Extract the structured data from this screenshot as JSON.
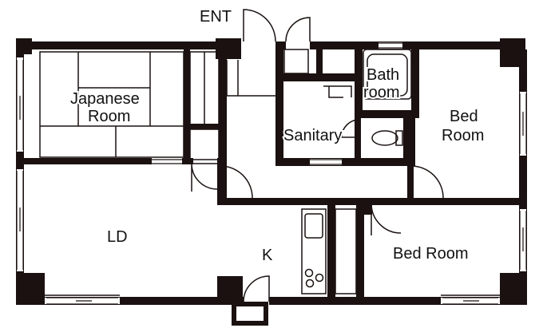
{
  "labels": {
    "entrance": "ENT",
    "japanese_room_line1": "Japanese",
    "japanese_room_line2": "Room",
    "bath_line1": "Bath",
    "bath_line2": "room",
    "sanitary": "Sanitary",
    "bedroom_ne_line1": "Bed",
    "bedroom_ne_line2": "Room",
    "living_dining": "LD",
    "kitchen": "K",
    "bedroom_se": "Bed Room"
  },
  "colors": {
    "wall": "#1a1110",
    "line": "#1a1110",
    "background": "#ffffff"
  }
}
